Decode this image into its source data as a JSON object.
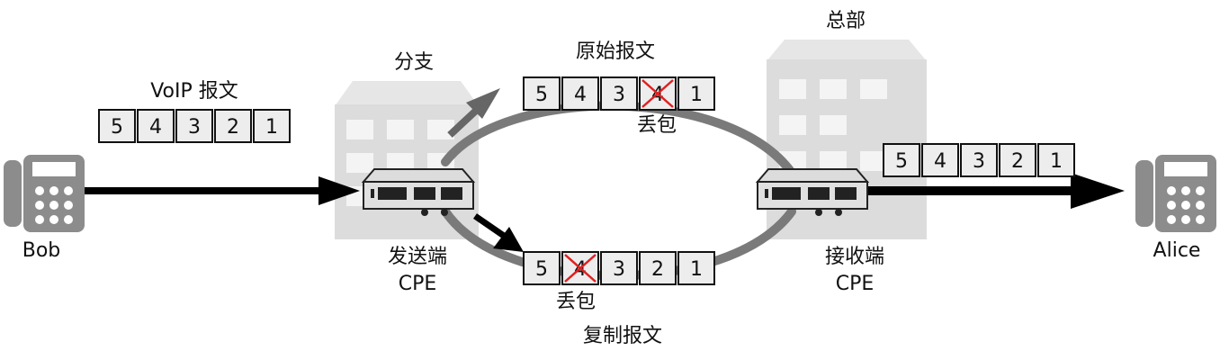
{
  "title_left": "VoIP 报文",
  "branch": "分支",
  "hq": "总部",
  "original": "原始报文",
  "copied": "复制报文",
  "loss_top": "丢包",
  "loss_bottom": "丢包",
  "sender_l1": "发送端",
  "sender_l2": "CPE",
  "receiver_l1": "接收端",
  "receiver_l2": "CPE",
  "bob": "Bob",
  "alice": "Alice",
  "packets": {
    "voip": [
      "5",
      "4",
      "3",
      "2",
      "1"
    ],
    "original": [
      "5",
      "4",
      "3",
      "4",
      "1"
    ],
    "copied": [
      "5",
      "4",
      "3",
      "2",
      "1"
    ],
    "received": [
      "5",
      "4",
      "3",
      "2",
      "1"
    ]
  },
  "colors": {
    "building": "#dcdcdc",
    "window": "#f4f4f4",
    "path": "#7a7a7a",
    "arrow": "#000000",
    "loss_mark": "#e02020",
    "phone": "#8c8c8c"
  }
}
